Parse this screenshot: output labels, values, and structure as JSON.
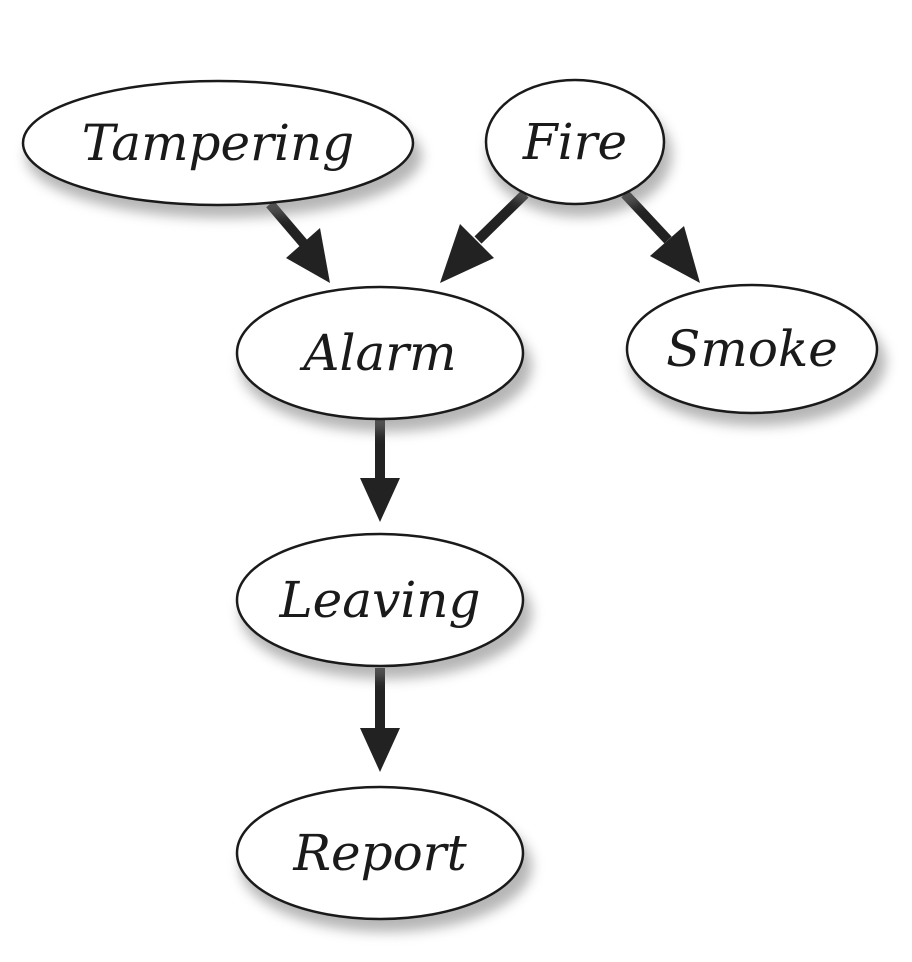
{
  "diagram": {
    "nodes": [
      {
        "id": "tampering",
        "label": "Tampering"
      },
      {
        "id": "fire",
        "label": "Fire"
      },
      {
        "id": "alarm",
        "label": "Alarm"
      },
      {
        "id": "smoke",
        "label": "Smoke"
      },
      {
        "id": "leaving",
        "label": "Leaving"
      },
      {
        "id": "report",
        "label": "Report"
      }
    ],
    "edges": [
      {
        "from": "tampering",
        "to": "alarm"
      },
      {
        "from": "fire",
        "to": "alarm"
      },
      {
        "from": "fire",
        "to": "smoke"
      },
      {
        "from": "alarm",
        "to": "leaving"
      },
      {
        "from": "leaving",
        "to": "report"
      }
    ]
  }
}
